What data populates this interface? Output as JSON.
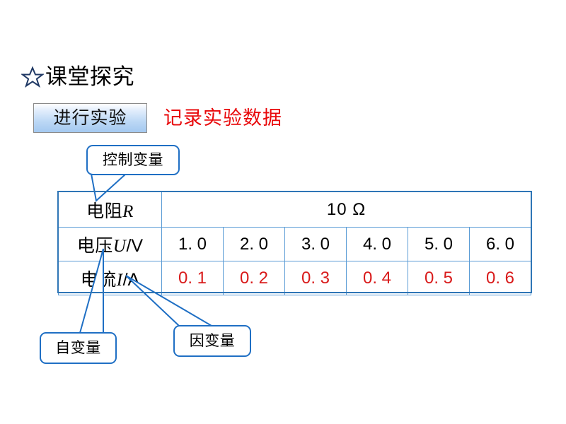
{
  "slide": {
    "background_color": "#ffffff",
    "heading": {
      "icon": "star-outline-icon",
      "text": "课堂探究",
      "color": "#000000",
      "star_color": "#1f3864"
    },
    "button": {
      "label": "进行实验",
      "border_color": "#8a8a8a",
      "gradient_top": "#ffffff",
      "gradient_bottom": "#a4c9f0"
    },
    "caption": {
      "text": "记录实验数据",
      "color": "#e8080a"
    }
  },
  "callouts": [
    {
      "name": "control-variable",
      "text": "控制变量",
      "border_color": "#1f6fc4"
    },
    {
      "name": "independent-variable",
      "text": "自变量",
      "border_color": "#1f6fc4"
    },
    {
      "name": "dependent-variable",
      "text": "因变量",
      "border_color": "#1f6fc4"
    }
  ],
  "table": {
    "border_color": "#2e75b6",
    "grid_color": "#5a9bd5",
    "value_color": "#000000",
    "current_color": "#d91b1b",
    "rows": [
      {
        "label_prefix": "电阻",
        "label_symbol": "R",
        "label_unit": "",
        "merged_value": "10  Ω",
        "merged": true,
        "values": []
      },
      {
        "label_prefix": "电压",
        "label_symbol": "U",
        "label_unit": "/V",
        "merged": false,
        "values": [
          "1. 0",
          "2. 0",
          "3. 0",
          "4. 0",
          "5. 0",
          "6. 0"
        ]
      },
      {
        "label_prefix": "电流",
        "label_symbol": "I",
        "label_unit": "/A",
        "merged": false,
        "values": [
          "0. 1",
          "0. 2",
          "0. 3",
          "0. 4",
          "0. 5",
          "0. 6"
        ]
      }
    ]
  },
  "chart_data": {
    "type": "table",
    "title": "记录实验数据",
    "constant": {
      "name": "电阻 R",
      "value": 10,
      "unit": "Ω"
    },
    "columns": [
      "1",
      "2",
      "3",
      "4",
      "5",
      "6"
    ],
    "series": [
      {
        "name": "电压 U/V",
        "unit": "V",
        "values": [
          1.0,
          2.0,
          3.0,
          4.0,
          5.0,
          6.0
        ]
      },
      {
        "name": "电流 I/A",
        "unit": "A",
        "values": [
          0.1,
          0.2,
          0.3,
          0.4,
          0.5,
          0.6
        ]
      }
    ],
    "annotations": [
      "控制变量",
      "自变量",
      "因变量"
    ]
  }
}
